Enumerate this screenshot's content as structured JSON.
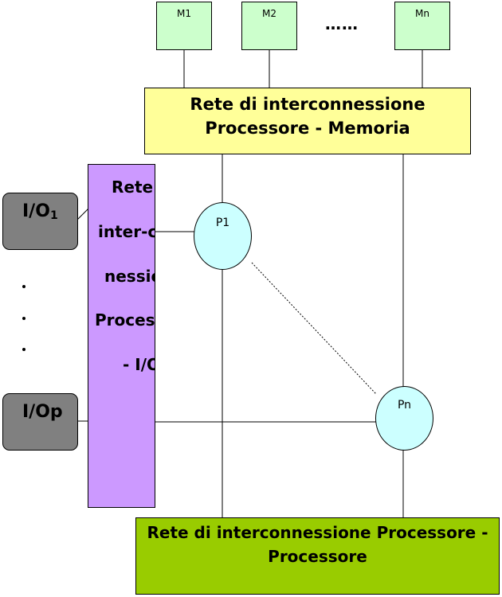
{
  "memories": [
    {
      "label": "M1"
    },
    {
      "label": "M2"
    },
    {
      "label": "Mn"
    }
  ],
  "memory_ellipsis": "……",
  "net_mem": {
    "line1": "Rete di interconnessione",
    "line2": "Processore - Memoria"
  },
  "net_io": {
    "lines": [
      "Rete",
      "inter-c",
      "nessio",
      "Process",
      "- I/O"
    ]
  },
  "io_units": [
    {
      "label": "I/O",
      "subscript": "1"
    },
    {
      "label": "I/Op"
    }
  ],
  "processors": [
    {
      "label": "P1"
    },
    {
      "label": "Pn"
    }
  ],
  "net_proc": {
    "line1": "Rete di interconnessione Processore -",
    "line2": "Processore"
  }
}
